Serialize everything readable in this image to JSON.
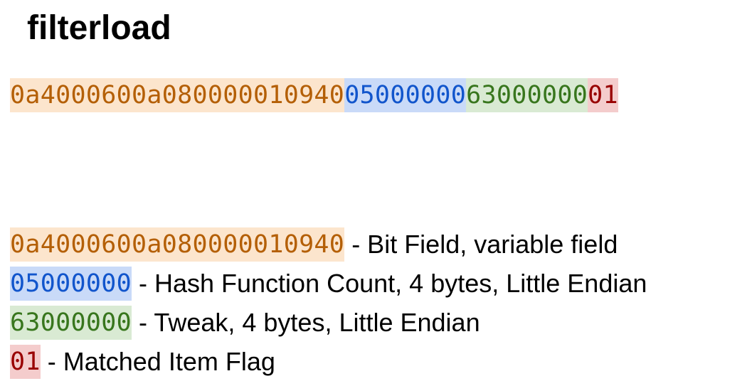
{
  "title": "filterload",
  "colors": {
    "orange_text": "#b45f06",
    "orange_bg": "#fce5cd",
    "blue_text": "#1155cc",
    "blue_bg": "#c9daf8",
    "green_text": "#38761d",
    "green_bg": "#d9ead3",
    "red_text": "#990000",
    "red_bg": "#f4cccc"
  },
  "hex_segments": [
    {
      "value": "0a4000600a080000010940",
      "color": "orange"
    },
    {
      "value": "05000000",
      "color": "blue"
    },
    {
      "value": "63000000",
      "color": "green"
    },
    {
      "value": "01",
      "color": "red"
    }
  ],
  "legend": [
    {
      "code": "0a4000600a080000010940",
      "description": "- Bit Field, variable field",
      "color": "orange"
    },
    {
      "code": "05000000",
      "description": "- Hash Function Count, 4 bytes, Little Endian",
      "color": "blue"
    },
    {
      "code": "63000000",
      "description": "- Tweak, 4 bytes, Little Endian",
      "color": "green"
    },
    {
      "code": "01",
      "description": "- Matched Item Flag",
      "color": "red"
    }
  ]
}
